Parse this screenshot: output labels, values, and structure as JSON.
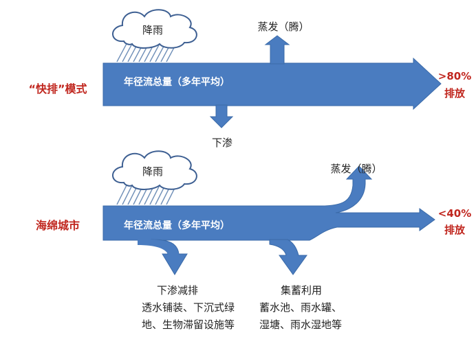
{
  "colors": {
    "arrow_fill": "#4a7cc0",
    "arrow_stroke": "#3a6aa8",
    "cloud_fill": "#ffffff",
    "cloud_stroke": "#3d5f92",
    "rain": "#6f8fb8",
    "red_text": "#c0261e",
    "white_text": "#ffffff",
    "black_text": "#222222"
  },
  "top": {
    "mode_label": "“快排”模式",
    "rain_label": "降雨",
    "flow_label": "年径流总量（多年平均）",
    "evaporation_label": "蒸发（腾）",
    "infiltration_label": "下渗",
    "discharge_percent": ">80%",
    "discharge_label": "排放"
  },
  "bottom": {
    "mode_label": "海绵城市",
    "rain_label": "降雨",
    "flow_label": "年径流总量（多年平均）",
    "evaporation_label": "蒸发（腾）",
    "discharge_percent": "<40%",
    "discharge_label": "排放",
    "infiltration": {
      "title": "下渗减排",
      "lines": [
        "透水铺装、下沉式绿",
        "地、生物滞留设施等"
      ]
    },
    "collection": {
      "title": "集蓄利用",
      "lines": [
        "蓄水池、雨水罐、",
        "湿塘、雨水湿地等"
      ]
    }
  }
}
